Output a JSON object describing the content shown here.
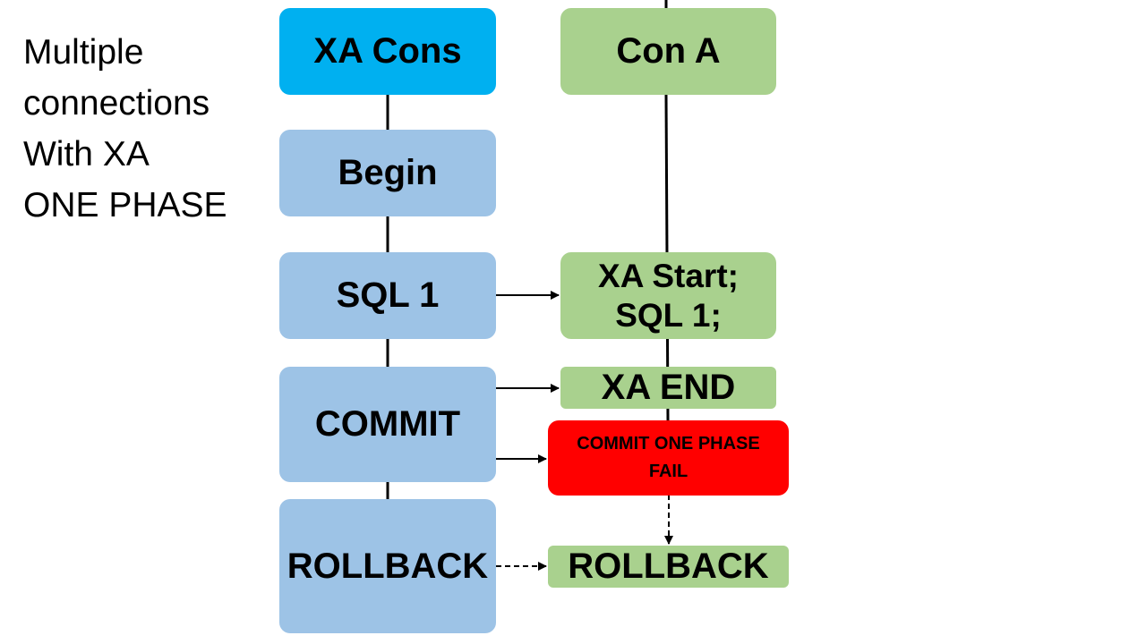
{
  "side_title": {
    "lines": [
      "Multiple",
      "connections",
      "With XA",
      "ONE PHASE"
    ]
  },
  "left_column": {
    "header": "XA Cons",
    "begin": "Begin",
    "sql": "SQL 1",
    "commit": "COMMIT",
    "rollback": "ROLLBACK"
  },
  "right_column": {
    "header": "Con A",
    "xa_start_line1": "XA Start;",
    "xa_start_line2": "SQL 1;",
    "xa_end": "XA END",
    "commit_fail_line1": "COMMIT ONE PHASE",
    "commit_fail_line2": "FAIL",
    "rollback": "ROLLBACK"
  },
  "colors": {
    "header_blue": "#00b0f0",
    "step_blue": "#9dc3e6",
    "step_green": "#a9d18e",
    "error_red": "#ff0000"
  }
}
